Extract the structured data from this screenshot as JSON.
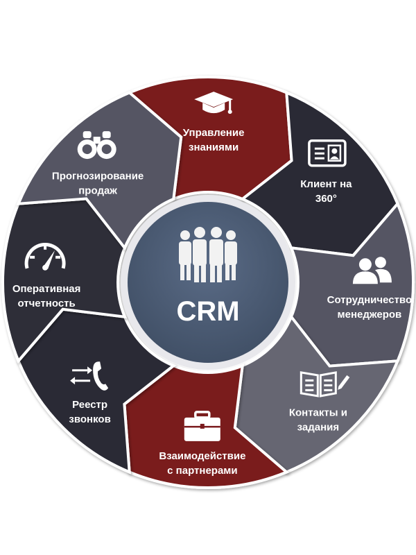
{
  "diagram": {
    "center": {
      "label": "CRM"
    },
    "segments": [
      {
        "id": "knowledge",
        "lines": [
          "Управление",
          "знаниями"
        ],
        "icon": "graduation-cap-icon",
        "color": "#7a1a1d"
      },
      {
        "id": "client360",
        "lines": [
          "Клиент на",
          "360°"
        ],
        "icon": "id-card-icon",
        "color": "#2b2b36"
      },
      {
        "id": "collab",
        "lines": [
          "Сотрудничество",
          "менеджеров"
        ],
        "icon": "users-icon",
        "color": "#555563"
      },
      {
        "id": "contacts",
        "lines": [
          "Контакты и",
          "задания"
        ],
        "icon": "book-pen-icon",
        "color": "#666672"
      },
      {
        "id": "partners",
        "lines": [
          "Взаимодействие",
          "с партнерами"
        ],
        "icon": "briefcase-icon",
        "color": "#7a1a1d"
      },
      {
        "id": "calls",
        "lines": [
          "Реестр",
          "звонков"
        ],
        "icon": "phone-arrows-icon",
        "color": "#2b2b36"
      },
      {
        "id": "reports",
        "lines": [
          "Оперативная",
          "отчетность"
        ],
        "icon": "speedometer-icon",
        "color": "#2e2e39"
      },
      {
        "id": "forecast",
        "lines": [
          "Прогнозирование",
          "продаж"
        ],
        "icon": "binoculars-icon",
        "color": "#555563"
      }
    ],
    "colors": {
      "center_fill": "#4a5a72",
      "center_ring": "#e6e6ea",
      "text": "#ffffff"
    }
  }
}
